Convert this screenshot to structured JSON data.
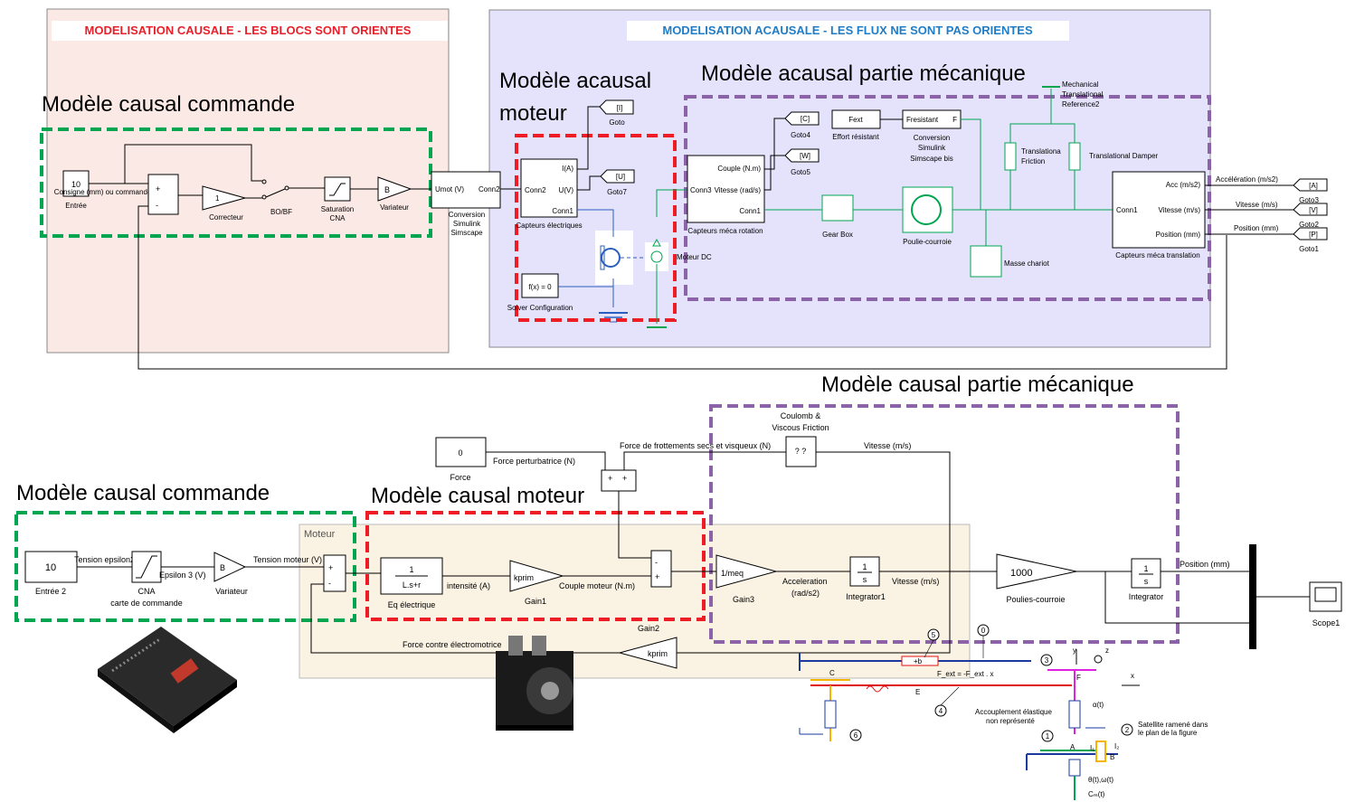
{
  "top": {
    "causal_header": "MODELISATION CAUSALE - LES BLOCS SONT ORIENTES",
    "acausal_header": "MODELISATION ACAUSALE - LES FLUX NE SONT PAS ORIENTES",
    "title_cmd": "Modèle causal commande",
    "title_motor_l1": "Modèle acausal",
    "title_motor_l2": "moteur",
    "title_meca": "Modèle acausal partie mécanique",
    "entree_value": "10",
    "entree_label": "Consigne (mm) ou commande (V)",
    "entree_name": "Entrée",
    "correcteur_value": "1",
    "correcteur_name": "Correcteur",
    "bobf_name": "BO/BF",
    "saturation_name_1": "Saturation",
    "saturation_name_2": "CNA",
    "variateur_value": "B",
    "variateur_name": "Variateur",
    "conv1_in": "Umot (V)",
    "conv1_out": "Conn2",
    "conv1_name_1": "Conversion",
    "conv1_name_2": "Simulink",
    "conv1_name_3": "Simscape",
    "cap_elec_p1": "I(A)",
    "cap_elec_p2": "U(V)",
    "cap_elec_p3": "Conn2",
    "cap_elec_p4": "Conn1",
    "cap_elec_name": "Capteurs électriques",
    "goto_i": "[I]",
    "goto_name": "Goto",
    "goto_u": "[U]",
    "goto7_name": "Goto7",
    "moteur_dc": "Moteur DC",
    "solver_value": "f(x) = 0",
    "solver_name": "Solver Configuration",
    "meca_rot_p1": "Couple (N.m)",
    "meca_rot_p2": "Conn3",
    "meca_rot_p3": "Vitesse (rad/s)",
    "meca_rot_p4": "Conn1",
    "meca_rot_name": "Capteurs méca rotation",
    "goto_c": "[C]",
    "goto4_name": "Goto4",
    "goto_w": "[W]",
    "goto5_name": "Goto5",
    "fext": "Fext",
    "effort_resistant": "Effort résistant",
    "fresistant": "Fresistant",
    "f_port": "F",
    "conv2_name_1": "Conversion",
    "conv2_name_2": "Simulink",
    "conv2_name_3": "Simscape bis",
    "mech_ref_1": "Mechanical",
    "mech_ref_2": "Translational",
    "mech_ref_3": "Reference2",
    "trans_friction_1": "Translationa",
    "trans_friction_2": "Friction",
    "trans_damper": "Translational Damper",
    "gearbox_name": "Gear Box",
    "poulie_name": "Poulie-courroie",
    "masse_name": "Masse chariot",
    "cap_trans_p1": "Acc (m/s2)",
    "cap_trans_p2": "Conn1",
    "cap_trans_p3": "Vitesse (m/s)",
    "cap_trans_p4": "Position (mm)",
    "cap_trans_name": "Capteurs méca translation",
    "sig_acc": "Accélération (m/s2)",
    "sig_vit": "Vitesse (m/s)",
    "sig_pos": "Position (mm)",
    "goto_a": "[A]",
    "goto3_name": "Goto3",
    "goto_v": "[V]",
    "goto2_name": "Goto2",
    "goto_p": "[P]",
    "goto1_name": "Goto1"
  },
  "bottom": {
    "title_meca": "Modèle causal partie mécanique",
    "title_cmd": "Modèle causal commande",
    "title_motor": "Modèle causal moteur",
    "moteur_area": "Moteur",
    "force_value": "0",
    "force_name": "Force",
    "force_pert": "Force perturbatrice (N)",
    "frott_label": "Force de frottements secs et visqueux  (N)",
    "coulomb_1": "Coulomb &",
    "coulomb_2": "Viscous Friction",
    "coulomb_value": "? ?",
    "vitesse_fb": "Vitesse (m/s)",
    "entree2_value": "10",
    "entree2_name": "Entrée 2",
    "tension_eps2": "Tension epsilon2 (V)",
    "cna_name_1": "CNA",
    "cna_name_2": "carte de commande",
    "epsilon3": "Epsilon 3 (V)",
    "variateur_value": "B",
    "variateur_name": "Variateur",
    "tension_moteur": "Tension moteur (V)",
    "eq_num": "1",
    "eq_den": "L.s+r",
    "eq_name": "Eq électrique",
    "intensite": "intensité (A)",
    "kprim": "kprim",
    "gain1_name": "Gain1",
    "couple_moteur": "Couple moteur (N.m)",
    "gain2_name": "Gain2",
    "meq": "1/meq",
    "gain3_name": "Gain3",
    "accel_1": "Acceleration",
    "accel_2": "(rad/s2)",
    "int_num": "1",
    "int_den": "s",
    "integrator1_name": "Integrator1",
    "vitesse": "Vitesse (m/s)",
    "poulies_value": "1000",
    "poulies_name": "Poulies-courroie",
    "integrator_name": "Integrator",
    "position": "Position (mm)",
    "scope_name": "Scope1",
    "force_contre": "Force contre électromotrice",
    "kprim_fb": "kprim",
    "sch_5": "5",
    "sch_0": "0",
    "sch_3": "3",
    "sch_4": "4",
    "sch_6": "6",
    "sch_1": "1",
    "sch_2": "2",
    "sch_c": "C",
    "sch_e": "E",
    "sch_f": "F",
    "sch_a": "A",
    "sch_b": "B",
    "sch_y": "y",
    "sch_x": "x",
    "sch_z": "z",
    "sch_fb": "+b",
    "sch_alpha": "α(t)",
    "sch_theta": "θ(t),ω(t)",
    "sch_cm": "Cₘ(t)",
    "sch_i1": "I₁",
    "sch_i2": "I₂",
    "sch_couplage_1": "Accouplement élastique",
    "sch_couplage_2": "non représenté",
    "sch_satellite_1": "Satellite ramené dans",
    "sch_satellite_2": "le plan de la figure",
    "sch_fext": "F_ext = -F_ext . x"
  },
  "colors": {
    "causal_bg": "#fbe9e5",
    "acausal_bg": "#e4e3fb",
    "moteur_bg": "#faf2e2",
    "green_dash": "#00a550",
    "red_dash": "#ee1c24",
    "purple_dash": "#8c62a8",
    "red_text": "#e8202a",
    "blue_text": "#1f7dc7"
  }
}
